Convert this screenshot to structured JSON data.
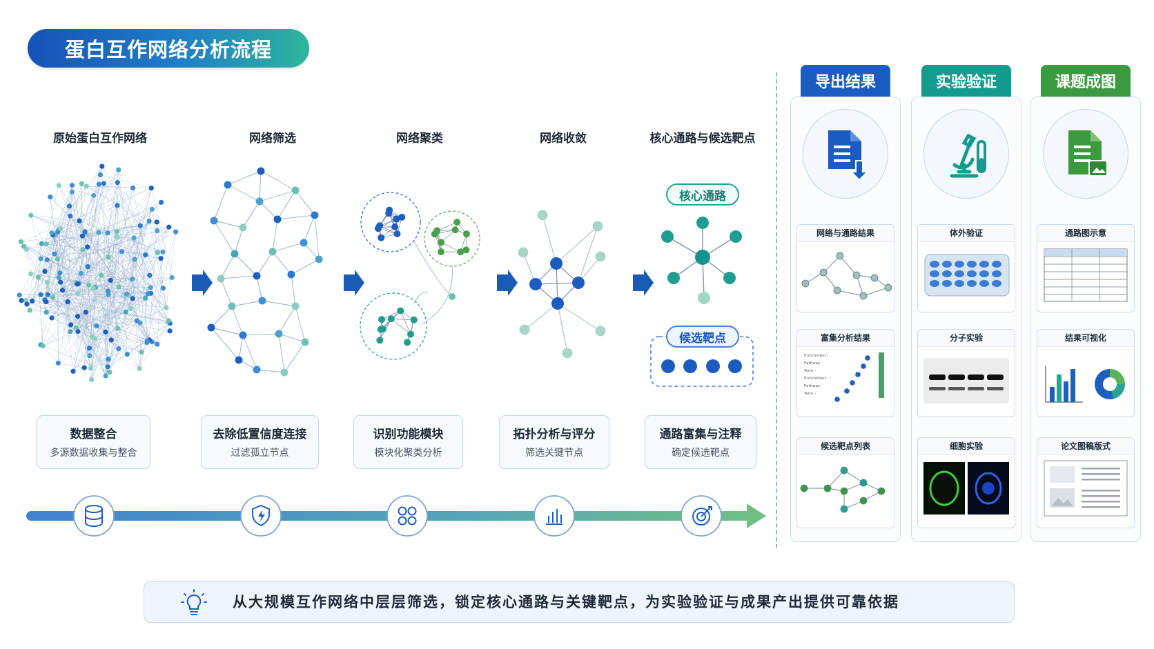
{
  "title": "蛋白互作网络分析流程",
  "stages": [
    {
      "title": "原始蛋白互作网络",
      "box_title": "数据整合",
      "box_sub": "多源数据收集与整合"
    },
    {
      "title": "网络筛选",
      "box_title": "去除低置信度连接",
      "box_sub": "过滤孤立节点"
    },
    {
      "title": "网络聚类",
      "box_title": "识别功能模块",
      "box_sub": "模块化聚类分析"
    },
    {
      "title": "网络收敛",
      "box_title": "拓扑分析与评分",
      "box_sub": "筛选关键节点"
    },
    {
      "title": "核心通路与候选靶点",
      "box_title": "通路富集与注释",
      "box_sub": "确定候选靶点"
    }
  ],
  "core_labels": {
    "pathway": "核心通路",
    "target": "候选靶点"
  },
  "timeline_icons": [
    "database-icon",
    "shield-icon",
    "modules-icon",
    "bar-chart-icon",
    "target-icon"
  ],
  "columns": [
    {
      "header": "导出结果",
      "color": "#1a5cc2",
      "icon": "document-download-icon",
      "cards": [
        "网络与通路结果",
        "富集分析结果",
        "候选靶点列表"
      ]
    },
    {
      "header": "实验验证",
      "color": "#159a8e",
      "icon": "microscope-icon",
      "cards": [
        "体外验证",
        "分子实验",
        "细胞实验"
      ]
    },
    {
      "header": "课题成图",
      "color": "#3b9a3f",
      "icon": "document-image-icon",
      "cards": [
        "通路图示意",
        "结果可视化",
        "论文图稿版式"
      ]
    }
  ],
  "enrichment_terms": [
    "Enrichment",
    "Pathway",
    "Term",
    "Enrichment",
    "Pathway",
    "Term"
  ],
  "bottom_text": "从大规模互作网络中层层筛选，锁定核心通路与关键靶点，为实验验证与成果产出提供可靠依据",
  "colors": {
    "blue": "#1a5cc2",
    "teal": "#159a8e",
    "green": "#3b9a3f"
  }
}
